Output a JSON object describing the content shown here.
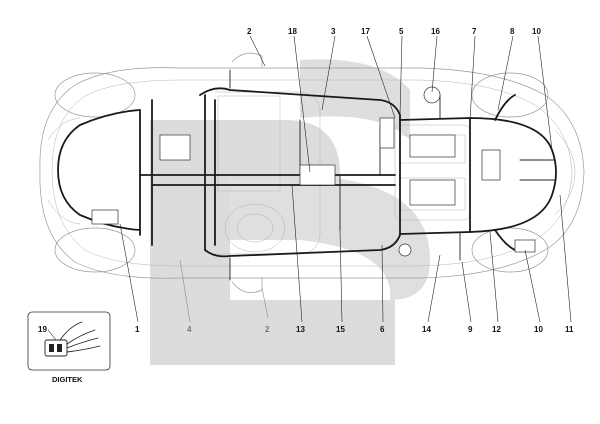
{
  "diagram": {
    "brand_label": "DIGITEK",
    "colors": {
      "watermark": "#d9d9d9",
      "body_outline": "#9a9a9a",
      "harness": "#1a1a1a",
      "grey_label": "#777777"
    },
    "callouts": [
      {
        "id": "c1",
        "text": "1"
      },
      {
        "id": "c2a",
        "text": "2"
      },
      {
        "id": "c2b",
        "text": "2"
      },
      {
        "id": "c3",
        "text": "3"
      },
      {
        "id": "c4",
        "text": "4"
      },
      {
        "id": "c5",
        "text": "5"
      },
      {
        "id": "c6",
        "text": "6"
      },
      {
        "id": "c7",
        "text": "7"
      },
      {
        "id": "c8",
        "text": "8"
      },
      {
        "id": "c9",
        "text": "9"
      },
      {
        "id": "c10a",
        "text": "10"
      },
      {
        "id": "c10b",
        "text": "10"
      },
      {
        "id": "c11",
        "text": "11"
      },
      {
        "id": "c12",
        "text": "12"
      },
      {
        "id": "c13",
        "text": "13"
      },
      {
        "id": "c14",
        "text": "14"
      },
      {
        "id": "c15",
        "text": "15"
      },
      {
        "id": "c16",
        "text": "16"
      },
      {
        "id": "c17",
        "text": "17"
      },
      {
        "id": "c18",
        "text": "18"
      },
      {
        "id": "c19",
        "text": "19"
      }
    ]
  }
}
